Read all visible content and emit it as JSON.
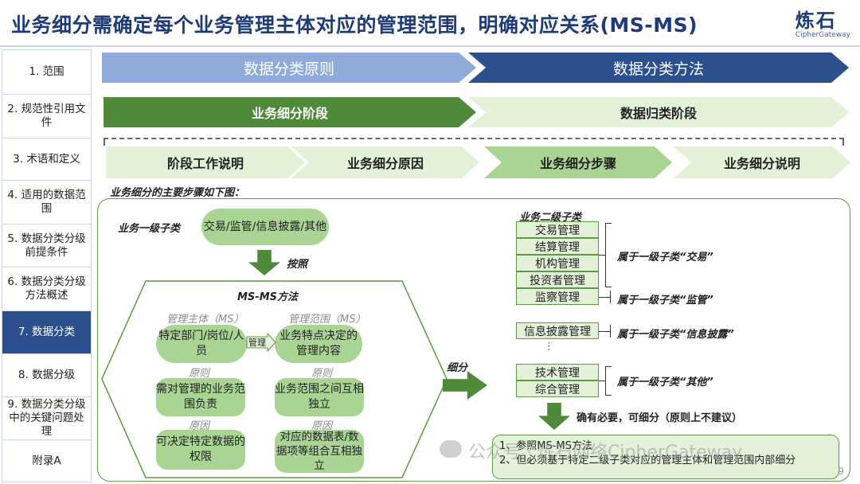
{
  "header": {
    "title": "业务细分需确定每个业务管理主体对应的管理范围，明确对应关系(MS-MS)",
    "logo_cn": "炼石",
    "logo_en": "CipherGateway"
  },
  "sidebar": {
    "items": [
      {
        "label": "1.  范围"
      },
      {
        "label": "2. 规范性引用文件"
      },
      {
        "label": "3. 术语和定义"
      },
      {
        "label": "4.  适用的数据范围"
      },
      {
        "label": "5. 数据分类分级前提条件"
      },
      {
        "label": "6. 数据分类分级方法概述"
      },
      {
        "label": "7. 数据分类"
      },
      {
        "label": "8. 数据分级"
      },
      {
        "label": "9. 数据分类分级中的关键问题处理"
      },
      {
        "label": "附录A"
      }
    ],
    "active_index": 6
  },
  "bands": {
    "principle": "数据分类原则",
    "method": "数据分类方法",
    "stage1": "业务细分阶段",
    "stage2": "数据归类阶段"
  },
  "steps": [
    "阶段工作说明",
    "业务细分原因",
    "业务细分步骤",
    "业务细分说明"
  ],
  "diagram": {
    "intro": "业务细分的主要步骤如下图：",
    "level1_label": "业务一级子类",
    "level1_value": "交易/监管/信息披露/其他",
    "according": "按照",
    "method_title": "MS-MS方法",
    "subject_label": "管理主体（MS）",
    "scope_label": "管理范围（MS）",
    "subject_box": "特定部门/岗位/人员",
    "manage": "管理",
    "scope_box": "业务特点决定的管理内容",
    "principle_label1": "原则",
    "principle_label2": "原则",
    "reason_label1": "原因",
    "reason_label2": "原因",
    "left_box2": "需对管理的业务范围负责",
    "left_box3": "可决定特定数据的权限",
    "right_box2": "业务范围之间互相独立",
    "right_box3": "对应的数据表/数据项等组合互相独立",
    "subdivide": "细分",
    "level2_label": "业务二级子类",
    "level2_items": [
      "交易管理",
      "结算管理",
      "机构管理",
      "投资者管理",
      "监察管理",
      "信息披露管理",
      "技术管理",
      "综合管理"
    ],
    "belongs": [
      "属于一级子类“交易”",
      "属于一级子类“监管”",
      "属于一级子类“信息披露”",
      "属于一级子类“其他”"
    ],
    "vdots": "⋮",
    "further": "确有必要，可细分（原则上不建议）",
    "notes": [
      "1、参照MS-MS方法",
      "2、但必须基于特定二级子类对应的管理主体和管理范围内部细分"
    ]
  },
  "watermark_text": "公众号 · 炼石网络CipherGateway",
  "page_number": "9"
}
